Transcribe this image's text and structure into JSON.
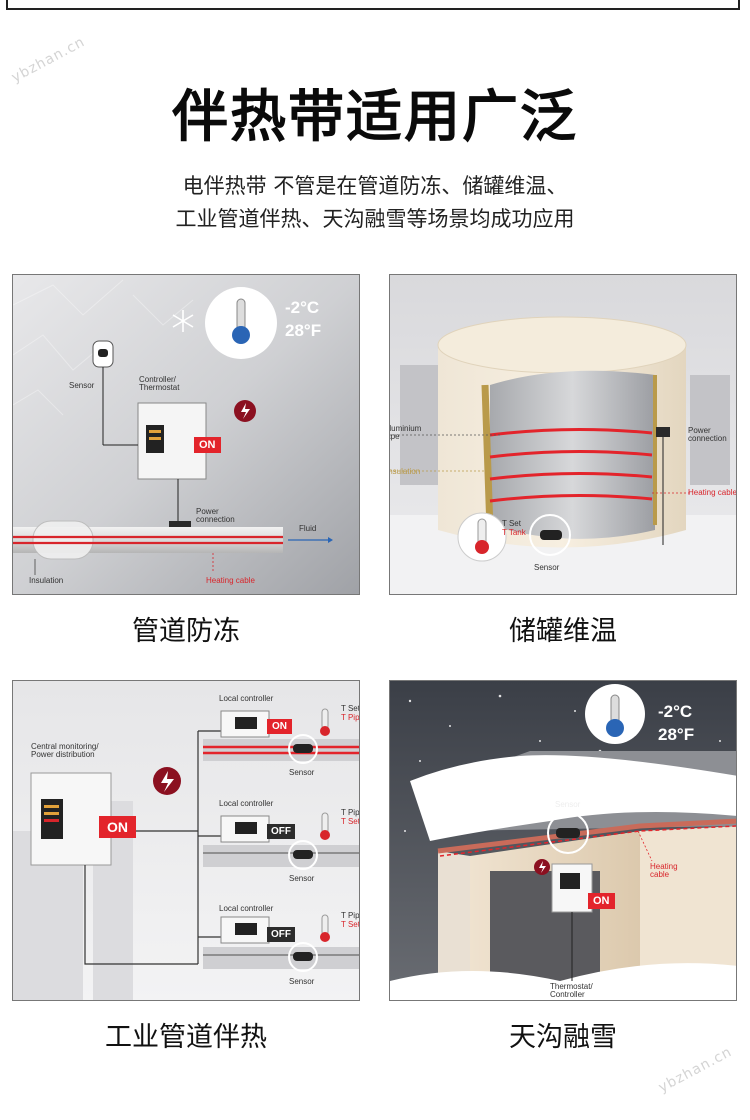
{
  "headline": "伴热带适用广泛",
  "intro": {
    "line1": "电伴热带 不管是在管道防冻、储罐维温、",
    "line2": "工业管道伴热、天沟融雪等场景均成功应用"
  },
  "watermark": "ybzhan.cn",
  "colors": {
    "accent_red": "#e3242b",
    "heating_red": "#d8252b",
    "thermo_blue": "#2a65b5"
  },
  "panels": [
    {
      "caption": "管道防冻",
      "temp_c": "-2°C",
      "temp_f": "28°F",
      "labels": {
        "sensor": "Sensor",
        "controller": "Controller/\nThermostat",
        "on": "ON",
        "power": "Power\nconnection",
        "fluid": "Fluid",
        "insulation": "Insulation",
        "heating_cable": "Heating cable"
      },
      "icons": [
        "snowflake-icon",
        "thermometer-icon",
        "lightning-icon"
      ]
    },
    {
      "caption": "储罐维温",
      "labels": {
        "aluminium": "Aluminium\ntape",
        "insulation": "Insulation",
        "power": "Power\nconnection",
        "heating_cable": "Heating cable",
        "t_set": "T Set",
        "t_tank": "T Tank",
        "sensor": "Sensor"
      },
      "icons": [
        "thermometer-icon"
      ]
    },
    {
      "caption": "工业管道伴热",
      "labels": {
        "central": "Central monitoring/\nPower distribution",
        "local": "Local controller",
        "on": "ON",
        "off": "OFF",
        "t_set": "T Set",
        "t_pipe": "T Pipe",
        "sensor": "Sensor"
      },
      "icons": [
        "lightning-icon",
        "thermometer-icon"
      ]
    },
    {
      "caption": "天沟融雪",
      "temp_c": "-2°C",
      "temp_f": "28°F",
      "labels": {
        "sensor": "Sensor",
        "heating_cable": "Heating\ncable",
        "on": "ON",
        "thermostat": "Thermostat/\nController"
      },
      "icons": [
        "thermometer-icon",
        "lightning-icon"
      ]
    }
  ]
}
